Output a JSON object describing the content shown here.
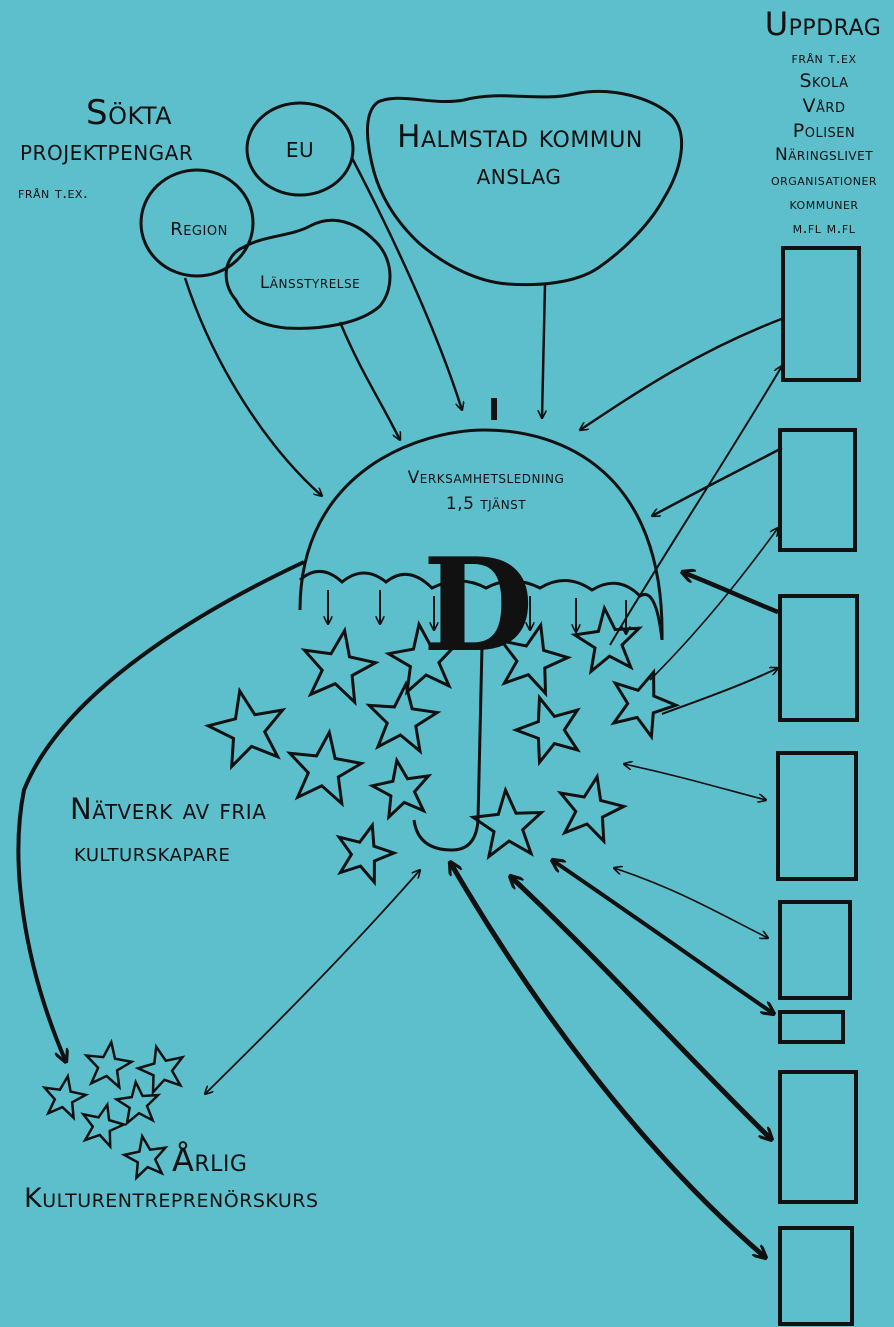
{
  "colors": {
    "background": "#5ebfcc",
    "ink": "#111111"
  },
  "sought": {
    "title_line1": "Sökta",
    "title_line2": "projektpengar",
    "subtitle": "från t.ex.",
    "sources": [
      "EU",
      "Region",
      "Länsstyrelse"
    ]
  },
  "municipality": {
    "line1": "Halmstad kommun",
    "line2": "anslag"
  },
  "assignments": {
    "title": "Uppdrag",
    "subtitle": "från t.ex",
    "items": [
      "Skola",
      "Vård",
      "Polisen",
      "Näringslivet",
      "organisationer",
      "kommuner",
      "m.fl m.fl"
    ]
  },
  "umbrella": {
    "line1": "Verksamhetsledning",
    "line2": "1,5 tjänst",
    "logo_letter": "D"
  },
  "network": {
    "line1": "Nätverk av fria",
    "line2": "kulturskapare"
  },
  "course": {
    "line1": "Årlig",
    "line2": "Kulturentreprenörskurs"
  },
  "icons": [
    "star-icon",
    "arrow-icon",
    "umbrella-icon",
    "cloud-icon"
  ]
}
